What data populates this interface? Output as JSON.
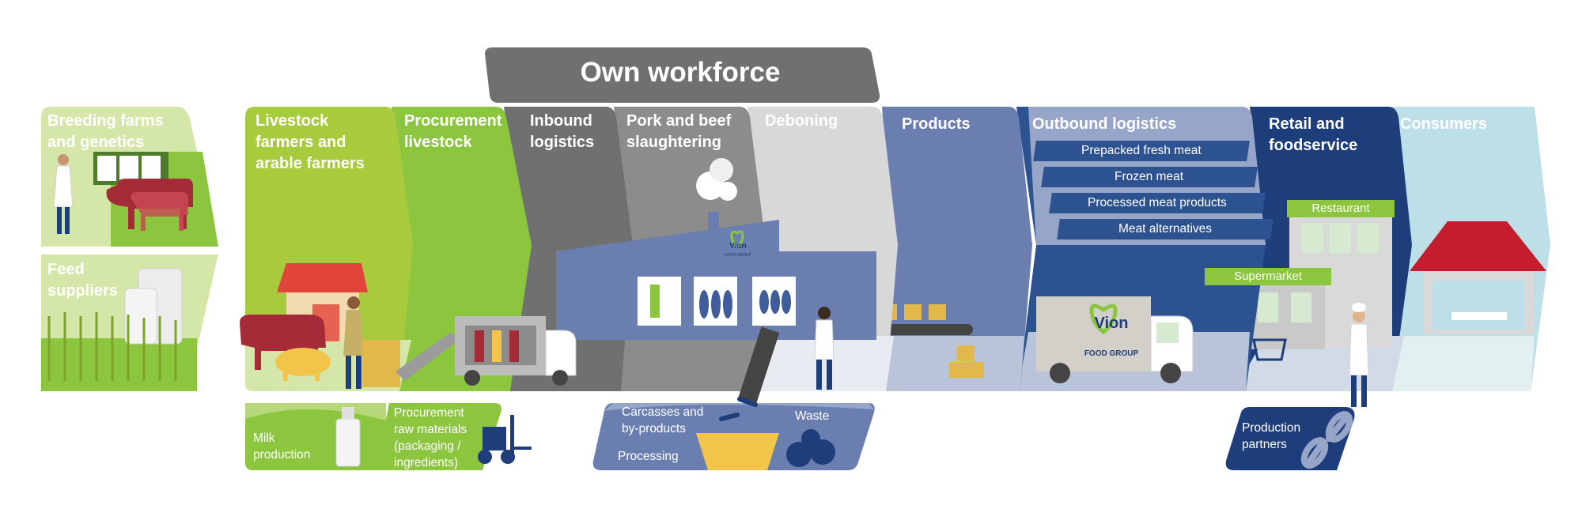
{
  "header": {
    "title": "Own workforce"
  },
  "stages": {
    "breeding": "Breeding farms\nand genetics",
    "feed": "Feed\nsuppliers",
    "livestock_farmers": "Livestock\nfarmers and\narable farmers",
    "procurement_livestock": "Procurement\nlivestock",
    "inbound_logistics": "Inbound\nlogistics",
    "slaughtering": "Pork and beef\nslaughtering",
    "deboning": "Deboning",
    "products": "Products",
    "outbound_logistics": "Outbound logistics",
    "retail": "Retail and\nfoodservice",
    "consumers": "Consumers"
  },
  "outbound_items": [
    "Prepacked fresh meat",
    "Frozen meat",
    "Processed meat products",
    "Meat alternatives"
  ],
  "retail_tags": {
    "restaurant": "Restaurant",
    "supermarket": "Supermarket"
  },
  "bottom": {
    "milk": "Milk\nproduction",
    "procurement_raw": "Procurement\nraw materials\n(packaging /\ningredients)",
    "carcasses": "Carcasses and\nby-products",
    "waste": "Waste",
    "processing": "Processing",
    "partners": "Production\npartners"
  },
  "brand": {
    "name": "Vion",
    "truck_sub": "FOOD GROUP",
    "factory_sub": "FOOD GROUP"
  },
  "colors": {
    "light_green": "#d5e6a9",
    "green": "#8cc63f",
    "dark_grey": "#707070",
    "grey": "#8c8c8c",
    "light_grey": "#d8d8d8",
    "slate_blue": "#6a7fb0",
    "periwinkle": "#97a6c8",
    "navy": "#1e3d7b",
    "light_blue": "#bcdfe8"
  }
}
